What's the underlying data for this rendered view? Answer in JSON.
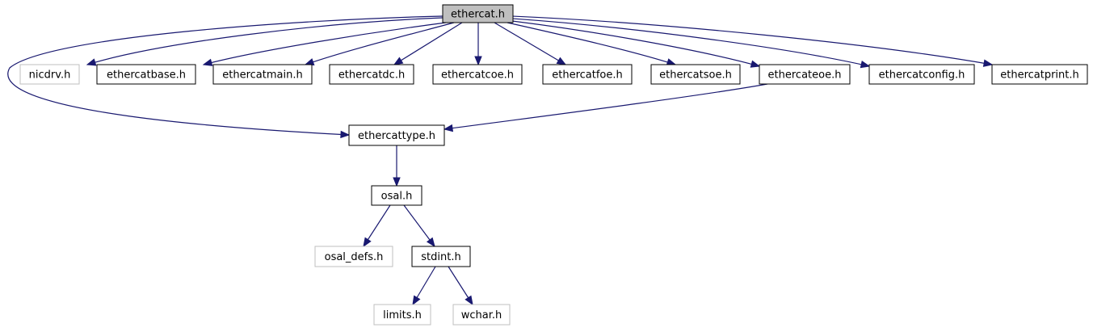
{
  "colors": {
    "edge": "#191970",
    "root_fill": "#bfbfbf",
    "box_border": "#000000",
    "external_border": "#bfbfbf"
  },
  "nodes": [
    {
      "id": "ethercat",
      "label": "ethercat.h",
      "kind": "root"
    },
    {
      "id": "nicdrv",
      "label": "nicdrv.h",
      "kind": "external"
    },
    {
      "id": "ethercatbase",
      "label": "ethercatbase.h",
      "kind": "internal"
    },
    {
      "id": "ethercatmain",
      "label": "ethercatmain.h",
      "kind": "internal"
    },
    {
      "id": "ethercatdc",
      "label": "ethercatdc.h",
      "kind": "internal"
    },
    {
      "id": "ethercatcoe",
      "label": "ethercatcoe.h",
      "kind": "internal"
    },
    {
      "id": "ethercatfoe",
      "label": "ethercatfoe.h",
      "kind": "internal"
    },
    {
      "id": "ethercatsoe",
      "label": "ethercatsoe.h",
      "kind": "internal"
    },
    {
      "id": "ethercateoe",
      "label": "ethercateoe.h",
      "kind": "internal"
    },
    {
      "id": "ethercatconfig",
      "label": "ethercatconfig.h",
      "kind": "internal"
    },
    {
      "id": "ethercatprint",
      "label": "ethercatprint.h",
      "kind": "internal"
    },
    {
      "id": "ethercattype",
      "label": "ethercattype.h",
      "kind": "internal"
    },
    {
      "id": "osal",
      "label": "osal.h",
      "kind": "internal"
    },
    {
      "id": "osal_defs",
      "label": "osal_defs.h",
      "kind": "external"
    },
    {
      "id": "stdint",
      "label": "stdint.h",
      "kind": "internal"
    },
    {
      "id": "limits",
      "label": "limits.h",
      "kind": "external"
    },
    {
      "id": "wchar",
      "label": "wchar.h",
      "kind": "external"
    }
  ],
  "edges": [
    {
      "from": "ethercat",
      "to": "nicdrv"
    },
    {
      "from": "ethercat",
      "to": "ethercatbase"
    },
    {
      "from": "ethercat",
      "to": "ethercatmain"
    },
    {
      "from": "ethercat",
      "to": "ethercatdc"
    },
    {
      "from": "ethercat",
      "to": "ethercatcoe"
    },
    {
      "from": "ethercat",
      "to": "ethercatfoe"
    },
    {
      "from": "ethercat",
      "to": "ethercatsoe"
    },
    {
      "from": "ethercat",
      "to": "ethercateoe"
    },
    {
      "from": "ethercat",
      "to": "ethercatconfig"
    },
    {
      "from": "ethercat",
      "to": "ethercatprint"
    },
    {
      "from": "ethercat",
      "to": "ethercattype"
    },
    {
      "from": "ethercateoe",
      "to": "ethercattype"
    },
    {
      "from": "ethercattype",
      "to": "osal"
    },
    {
      "from": "osal",
      "to": "osal_defs"
    },
    {
      "from": "osal",
      "to": "stdint"
    },
    {
      "from": "stdint",
      "to": "limits"
    },
    {
      "from": "stdint",
      "to": "wchar"
    }
  ]
}
